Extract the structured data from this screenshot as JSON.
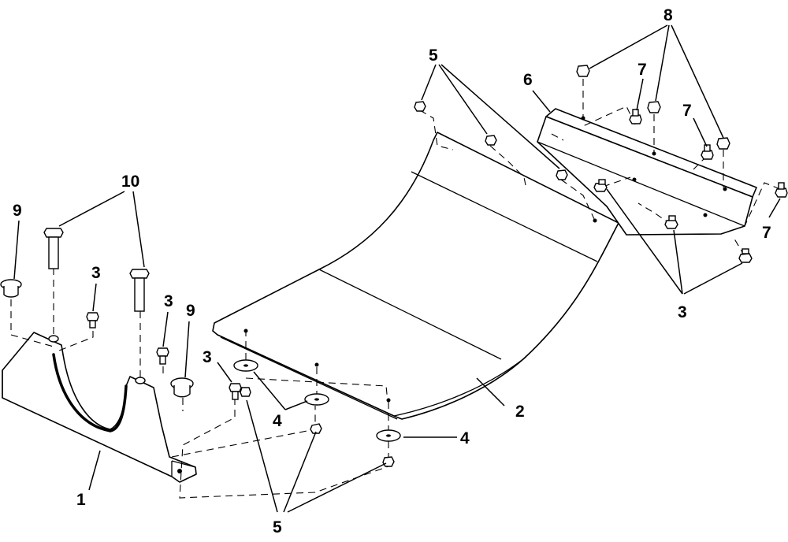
{
  "callouts": {
    "c1": "1",
    "c2": "2",
    "c3_left_a": "3",
    "c3_left_b": "3",
    "c3_left_c": "3",
    "c3_right": "3",
    "c4_a": "4",
    "c4_b": "4",
    "c5_top": "5",
    "c5_bottom": "5",
    "c6": "6",
    "c7_a": "7",
    "c7_b": "7",
    "c7_c": "7",
    "c8": "8",
    "c9_a": "9",
    "c9_b": "9",
    "c10": "10"
  }
}
